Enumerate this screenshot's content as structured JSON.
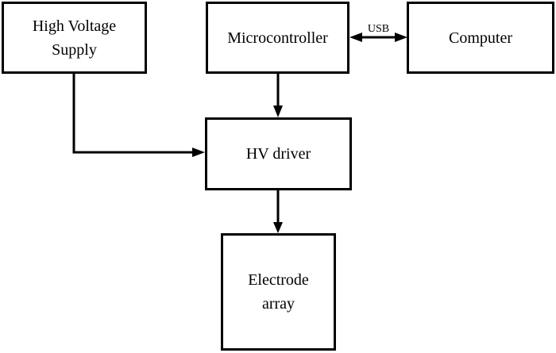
{
  "colors": {
    "stroke": "#000000",
    "background": "#ffffff"
  },
  "nodes": {
    "hv_supply": {
      "lines": [
        "High Voltage",
        "Supply"
      ]
    },
    "microcontroller": {
      "lines": [
        "Microcontroller"
      ]
    },
    "computer": {
      "lines": [
        "Computer"
      ]
    },
    "hv_driver": {
      "lines": [
        "HV driver"
      ]
    },
    "electrode_array": {
      "lines": [
        "Electrode",
        "array"
      ]
    }
  },
  "edges": {
    "usb": {
      "label": "USB"
    }
  }
}
